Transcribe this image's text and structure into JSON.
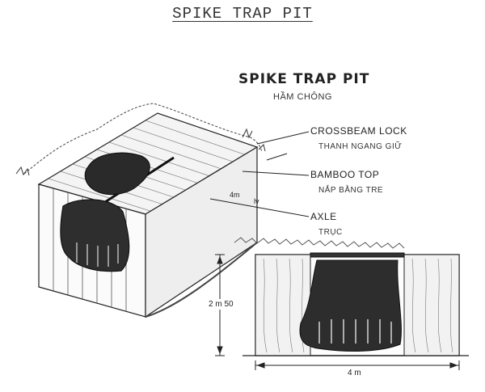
{
  "page_title": "SPIKE TRAP PIT",
  "diagram": {
    "heading": "SPIKE TRAP PIT",
    "subheading": "HẦM CHÔNG",
    "labels": [
      {
        "name": "CROSSBEAM LOCK",
        "sub": "THANH NGANG GIỮ"
      },
      {
        "name": "BAMBOO TOP",
        "sub": "NẮP BẰNG TRE"
      },
      {
        "name": "AXLE",
        "sub": "TRỤC"
      }
    ],
    "dimensions": {
      "depth": "2 m 50",
      "width": "4 m",
      "small_marks": [
        "4m",
        "lv"
      ]
    }
  }
}
